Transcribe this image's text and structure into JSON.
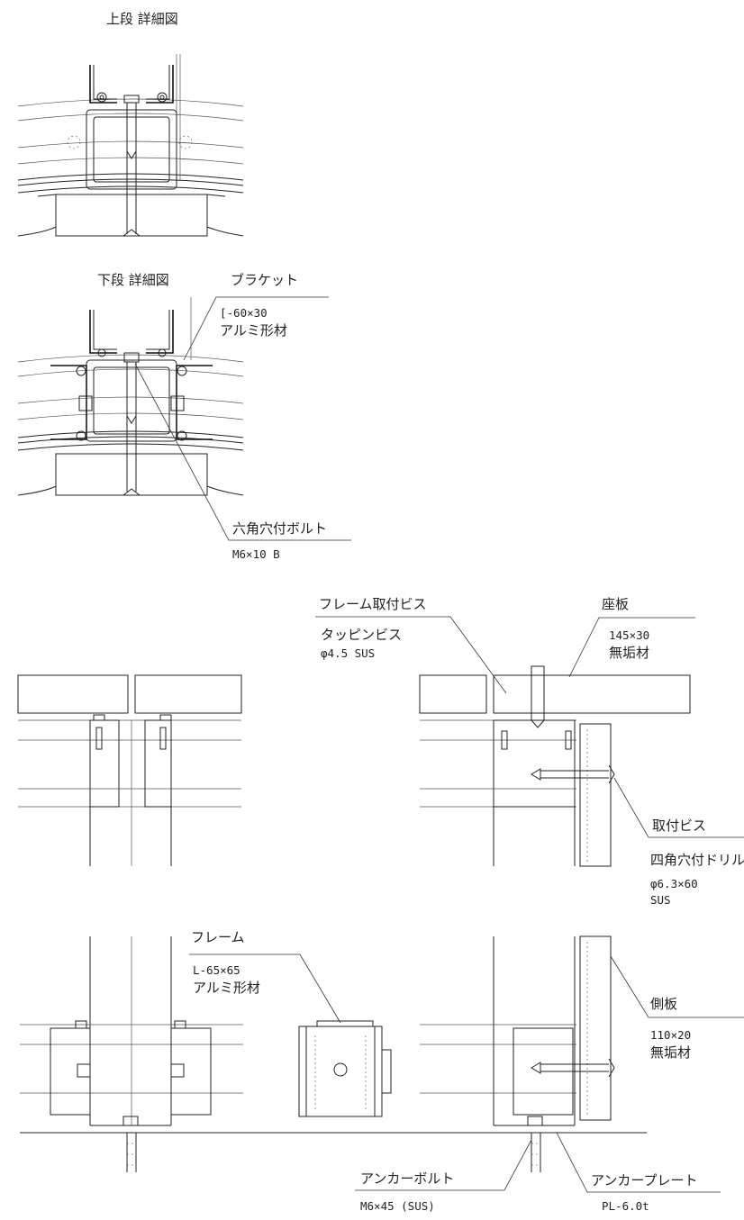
{
  "views": {
    "upper_detail_title": "上段 詳細図",
    "lower_detail_title": "下段 詳細図"
  },
  "callouts": {
    "bracket": {
      "name": "ブラケット",
      "spec_1": "[-60×30",
      "spec_2": "アルミ形材"
    },
    "hex_bolt": {
      "name": "六角穴付ボルト",
      "spec": "M6×10 B"
    },
    "frame_screw": {
      "name": "フレーム取付ビス",
      "spec_1": "タッピンビス",
      "spec_2": "φ4.5  SUS"
    },
    "seat_board": {
      "name": "座板",
      "spec_1": "145×30",
      "spec_2": "無垢材"
    },
    "mount_screw": {
      "name": "取付ビス",
      "spec_1": "四角穴付ドリル",
      "spec_2": "φ6.3×60",
      "spec_3": "SUS"
    },
    "frame": {
      "name": "フレーム",
      "spec_1": "L-65×65",
      "spec_2": "アルミ形材"
    },
    "side_board": {
      "name": "側板",
      "spec_1": "110×20",
      "spec_2": "無垢材"
    },
    "anchor_bolt": {
      "name": "アンカーボルト",
      "spec": "M6×45 (SUS)"
    },
    "anchor_plate": {
      "name": "アンカープレート",
      "spec": "PL-6.0t"
    }
  }
}
